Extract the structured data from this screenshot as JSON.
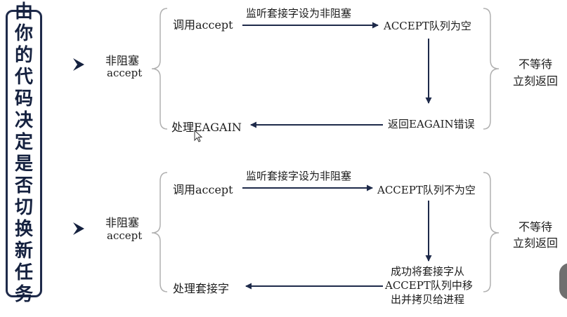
{
  "sidebar": {
    "title": "由你的代码决定是否切换新任务"
  },
  "sections": [
    {
      "label_line1": "非阻塞",
      "label_line2": "accept",
      "call_accept": "调用accept",
      "arrow_top_label": "监听套接字设为非阻塞",
      "queue_state": "ACCEPT队列为空",
      "result": "返回EAGAIN错误",
      "handle": "处理EAGAIN",
      "side_line1": "不等待",
      "side_line2": "立刻返回"
    },
    {
      "label_line1": "非阻塞",
      "label_line2": "accept",
      "call_accept": "调用accept",
      "arrow_top_label": "监听套接字设为非阻塞",
      "queue_state": "ACCEPT队列不为空",
      "result_line1": "成功将套接字从",
      "result_line2": "ACCEPT队列中移",
      "result_line3": "出并拷贝给进程",
      "handle": "处理套接字",
      "side_line1": "不等待",
      "side_line2": "立刻返回"
    }
  ],
  "colors": {
    "arrow": "#1e2a4a",
    "brace": "#b0b0b0",
    "title": "#15213f"
  }
}
